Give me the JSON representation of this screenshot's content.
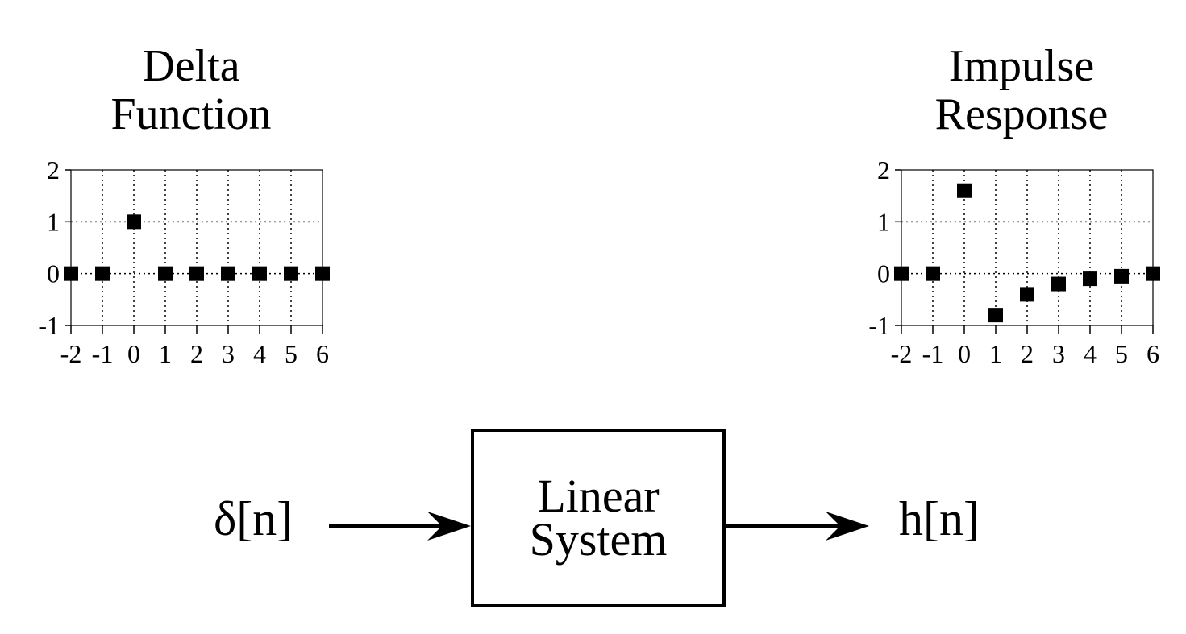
{
  "chart_data": [
    {
      "type": "scatter",
      "title_lines": [
        "Delta",
        "Function"
      ],
      "x": [
        -2,
        -1,
        0,
        1,
        2,
        3,
        4,
        5,
        6
      ],
      "y": [
        0,
        0,
        1,
        0,
        0,
        0,
        0,
        0,
        0
      ],
      "xlim": [
        -2,
        6
      ],
      "ylim": [
        -1,
        2
      ],
      "xticks": [
        "-2",
        "-1",
        "0",
        "1",
        "2",
        "3",
        "4",
        "5",
        "6"
      ],
      "yticks": [
        "2",
        "1",
        "0",
        "-1"
      ],
      "grid": true,
      "marker": "square",
      "color": "#000000"
    },
    {
      "type": "scatter",
      "title_lines": [
        "Impulse",
        "Response"
      ],
      "x": [
        -2,
        -1,
        0,
        1,
        2,
        3,
        4,
        5,
        6
      ],
      "y": [
        0,
        0,
        1.6,
        -0.8,
        -0.4,
        -0.2,
        -0.1,
        -0.05,
        0
      ],
      "xlim": [
        -2,
        6
      ],
      "ylim": [
        -1,
        2
      ],
      "xticks": [
        "-2",
        "-1",
        "0",
        "1",
        "2",
        "3",
        "4",
        "5",
        "6"
      ],
      "yticks": [
        "2",
        "1",
        "0",
        "-1"
      ],
      "grid": true,
      "marker": "square",
      "color": "#000000"
    }
  ],
  "diagram": {
    "input_label": "δ[n]",
    "output_label": "h[n]",
    "box_lines": [
      "Linear",
      "System"
    ]
  }
}
